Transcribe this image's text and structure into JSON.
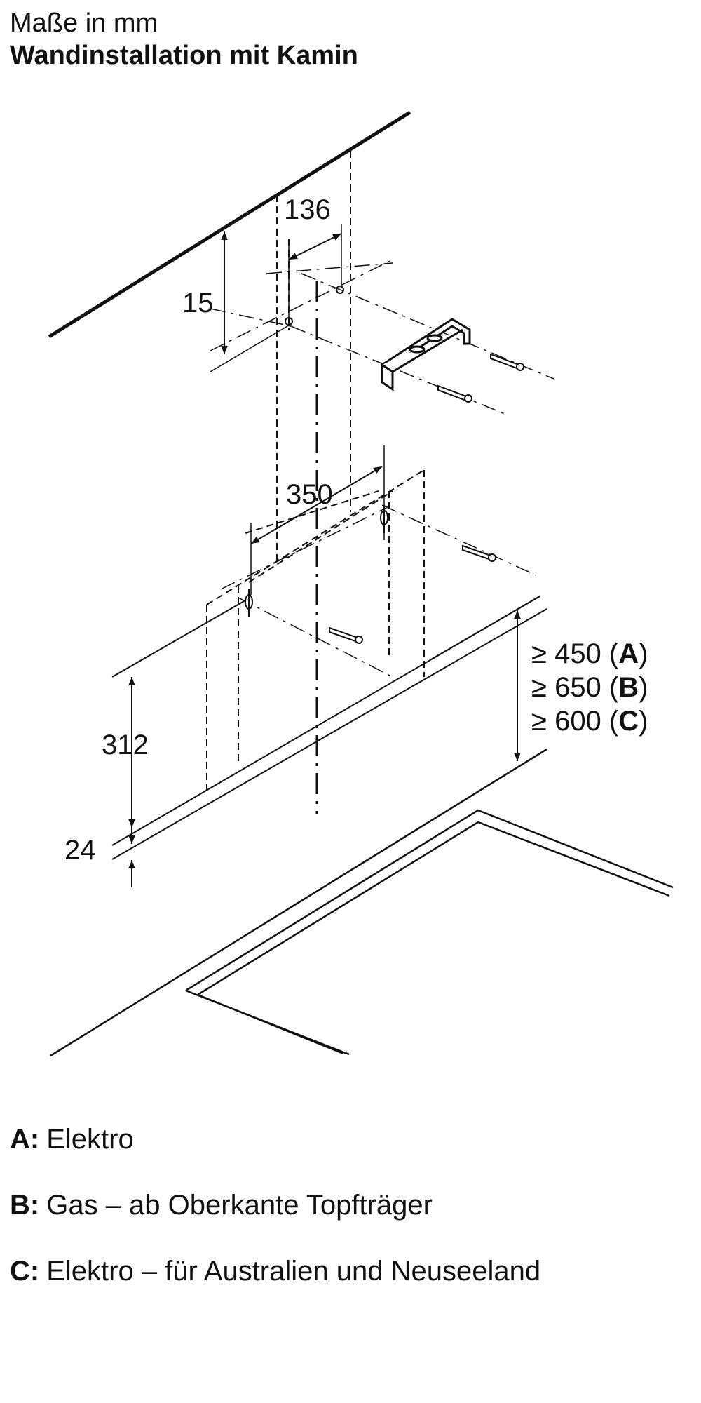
{
  "header": {
    "subtitle": "Maße in mm",
    "title": "Wandinstallation mit Kamin"
  },
  "dimensions": {
    "d136": "136",
    "d15": "15",
    "d350": "350",
    "d312": "312",
    "d24": "24"
  },
  "clearances": [
    {
      "text": "≥ 450 (",
      "key": "A",
      "close": ")"
    },
    {
      "text": "≥ 650 (",
      "key": "B",
      "close": ")"
    },
    {
      "text": "≥ 600 (",
      "key": "C",
      "close": ")"
    }
  ],
  "legend": [
    {
      "key": "A:",
      "label": "Elektro"
    },
    {
      "key": "B:",
      "label": "Gas – ab Oberkante Topfträger"
    },
    {
      "key": "C:",
      "label": "Elektro – für Australien und Neuseeland"
    }
  ]
}
